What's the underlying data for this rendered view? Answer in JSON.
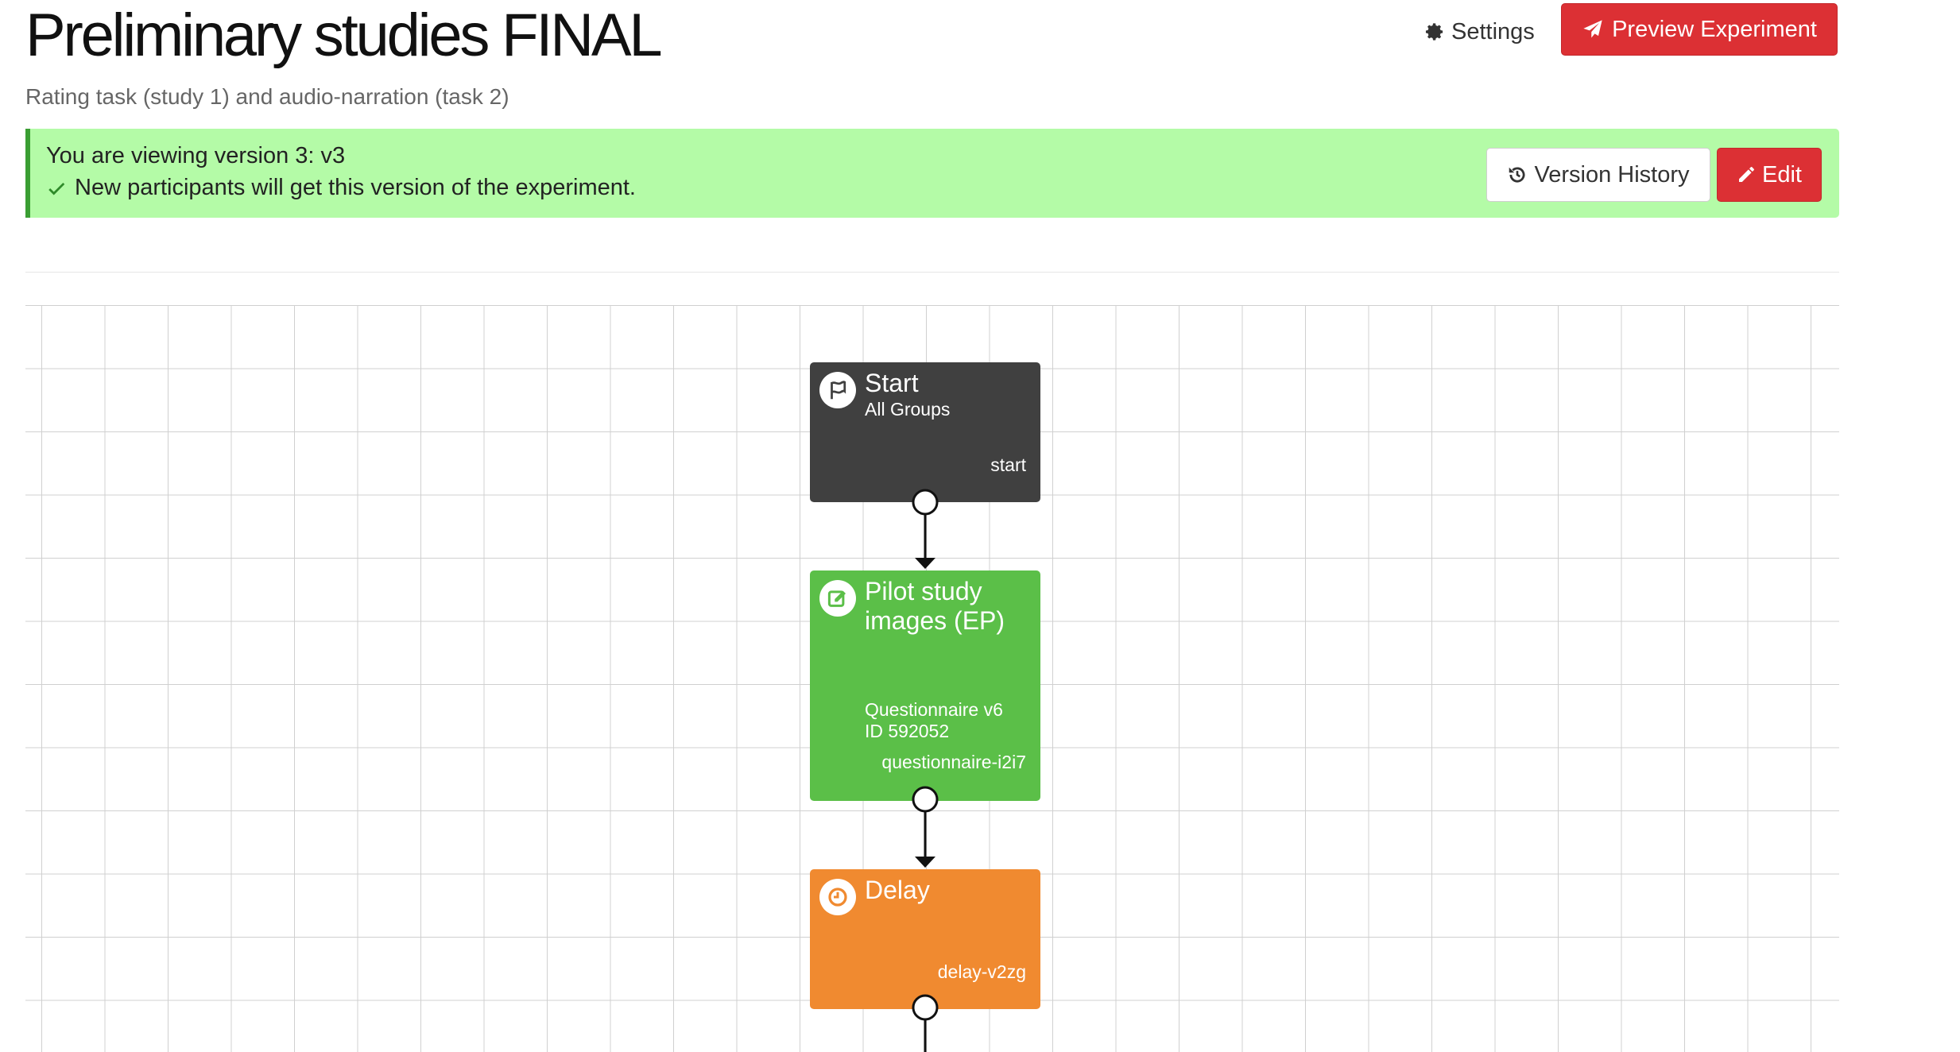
{
  "header": {
    "title": "Preliminary studies FINAL",
    "subtitle": "Rating task (study 1) and audio-narration (task 2)",
    "settings_label": "Settings",
    "preview_label": "Preview Experiment"
  },
  "banner": {
    "line1": "You are viewing version 3: v3",
    "line2": "New participants will get this version of the experiment.",
    "version_history_label": "Version History",
    "edit_label": "Edit"
  },
  "nodes": [
    {
      "title": "Start",
      "subtitle": "All Groups",
      "id": "start",
      "icon": "flag-icon",
      "color": "#404040"
    },
    {
      "title": "Pilot study images (EP)",
      "subtitle": "Questionnaire v6",
      "subtitle2": "ID 592052",
      "id": "questionnaire-i2i7",
      "icon": "edit-square-icon",
      "color": "#5bbf48"
    },
    {
      "title": "Delay",
      "id": "delay-v2zg",
      "icon": "clock-icon",
      "color": "#f08a30"
    }
  ],
  "colors": {
    "accent_red": "#dc3034",
    "banner_green": "#b4fba7",
    "banner_border": "#3a9e33"
  }
}
